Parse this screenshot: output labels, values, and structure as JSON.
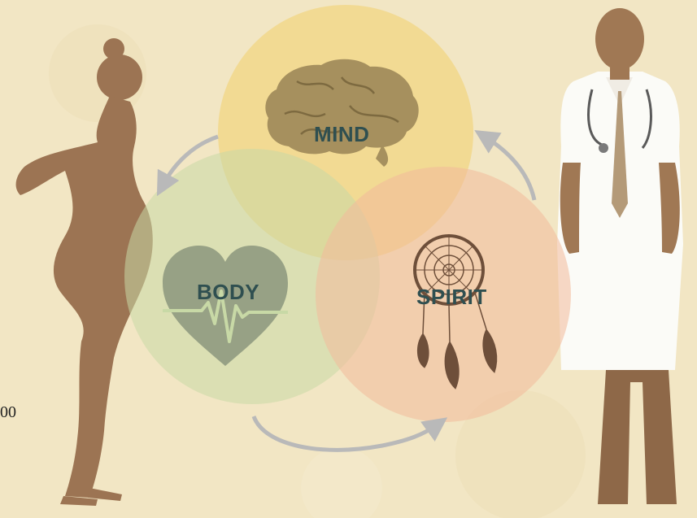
{
  "diagram": {
    "circles": [
      {
        "label": "MIND",
        "color": "#f2cf6b",
        "icon": "brain-icon"
      },
      {
        "label": "BODY",
        "color": "#c8d9a6",
        "icon": "heart-pulse-icon"
      },
      {
        "label": "SPIRIT",
        "color": "#f2b99a",
        "icon": "dreamcatcher-icon"
      }
    ],
    "arrows_color": "#b9b9b9",
    "figures": [
      {
        "name": "pregnant-woman-silhouette",
        "color": "#9c7453"
      },
      {
        "name": "doctor-figure",
        "color": "#a07854"
      }
    ]
  },
  "fragment_text": "00",
  "colors": {
    "background": "#f2e6c4",
    "label": "#2f4f50"
  }
}
